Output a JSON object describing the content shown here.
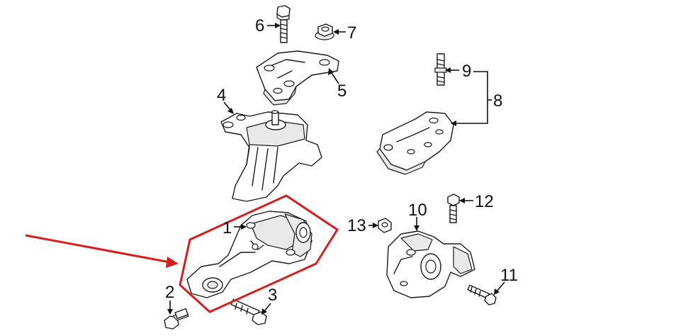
{
  "diagram": {
    "callouts": [
      {
        "id": "1",
        "label": "1"
      },
      {
        "id": "2",
        "label": "2"
      },
      {
        "id": "3",
        "label": "3"
      },
      {
        "id": "4",
        "label": "4"
      },
      {
        "id": "5",
        "label": "5"
      },
      {
        "id": "6",
        "label": "6"
      },
      {
        "id": "7",
        "label": "7"
      },
      {
        "id": "8",
        "label": "8"
      },
      {
        "id": "9",
        "label": "9"
      },
      {
        "id": "10",
        "label": "10"
      },
      {
        "id": "11",
        "label": "11"
      },
      {
        "id": "12",
        "label": "12"
      },
      {
        "id": "13",
        "label": "13"
      }
    ],
    "colors": {
      "highlight": "#d61e1e",
      "line": "#1a1a1a",
      "background": "#ffffff"
    }
  }
}
